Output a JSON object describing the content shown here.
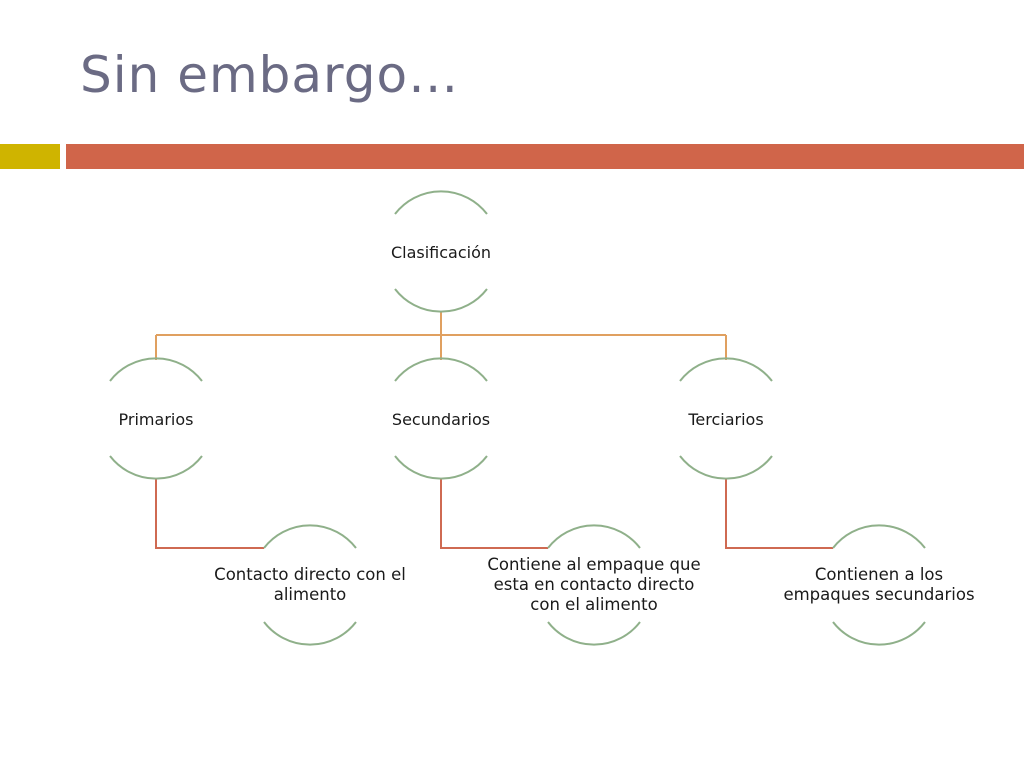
{
  "slide": {
    "title": "Sin embargo…",
    "colors": {
      "title": "#6b6b84",
      "accent_yellow": "#cfb400",
      "accent_red": "#d0654a",
      "node_arc": "#8fb08a",
      "connector_top": "#e0a060",
      "connector_bottom": "#cf6a52"
    }
  },
  "diagram": {
    "root": {
      "label": "Clasificación"
    },
    "categories": [
      {
        "label": "Primarios",
        "description": "Contacto directo con el alimento"
      },
      {
        "label": "Secundarios",
        "description": "Contiene al empaque que esta en contacto directo con el alimento"
      },
      {
        "label": "Terciarios",
        "description": "Contienen a los empaques secundarios"
      }
    ]
  }
}
